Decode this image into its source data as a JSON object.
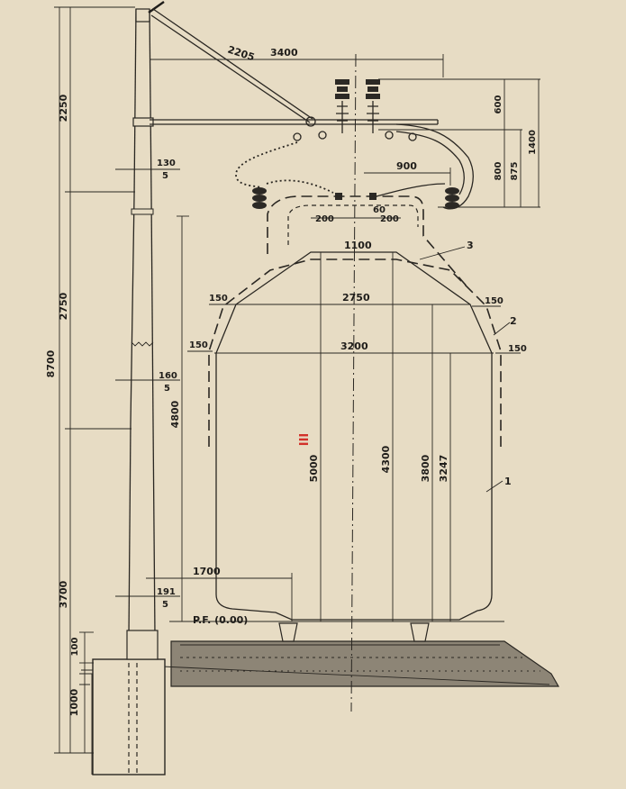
{
  "labels": {
    "pole_total": "8700",
    "pole_top": "2250",
    "pole_mid": "2750",
    "pole_low": "3700",
    "footing": "1000",
    "ground": "100",
    "pole_d1": "130",
    "pole_d1_div": "5",
    "pole_d2": "160",
    "pole_d2_div": "5",
    "pole_d3": "191",
    "pole_d3_div": "5",
    "height_4800": "4800",
    "reach_1700": "1700",
    "strut": "2205",
    "arm": "3400",
    "insul_600": "600",
    "insul_800": "800",
    "insul_875": "875",
    "insul_1400": "1400",
    "span_900": "900",
    "gap_60": "60",
    "offset_l": "200",
    "offset_r": "200",
    "w_1100": "1100",
    "w_2750": "2750",
    "w_3200": "3200",
    "off_150a": "150",
    "off_150b": "150",
    "off_150c": "150",
    "off_150d": "150",
    "h_5000": "5000",
    "h_4300": "4300",
    "h_3800": "3800",
    "h_3247": "3247",
    "mark_1": "1",
    "mark_2": "2",
    "mark_3": "3",
    "pf": "P.F. (0.00)",
    "roman": "III"
  }
}
